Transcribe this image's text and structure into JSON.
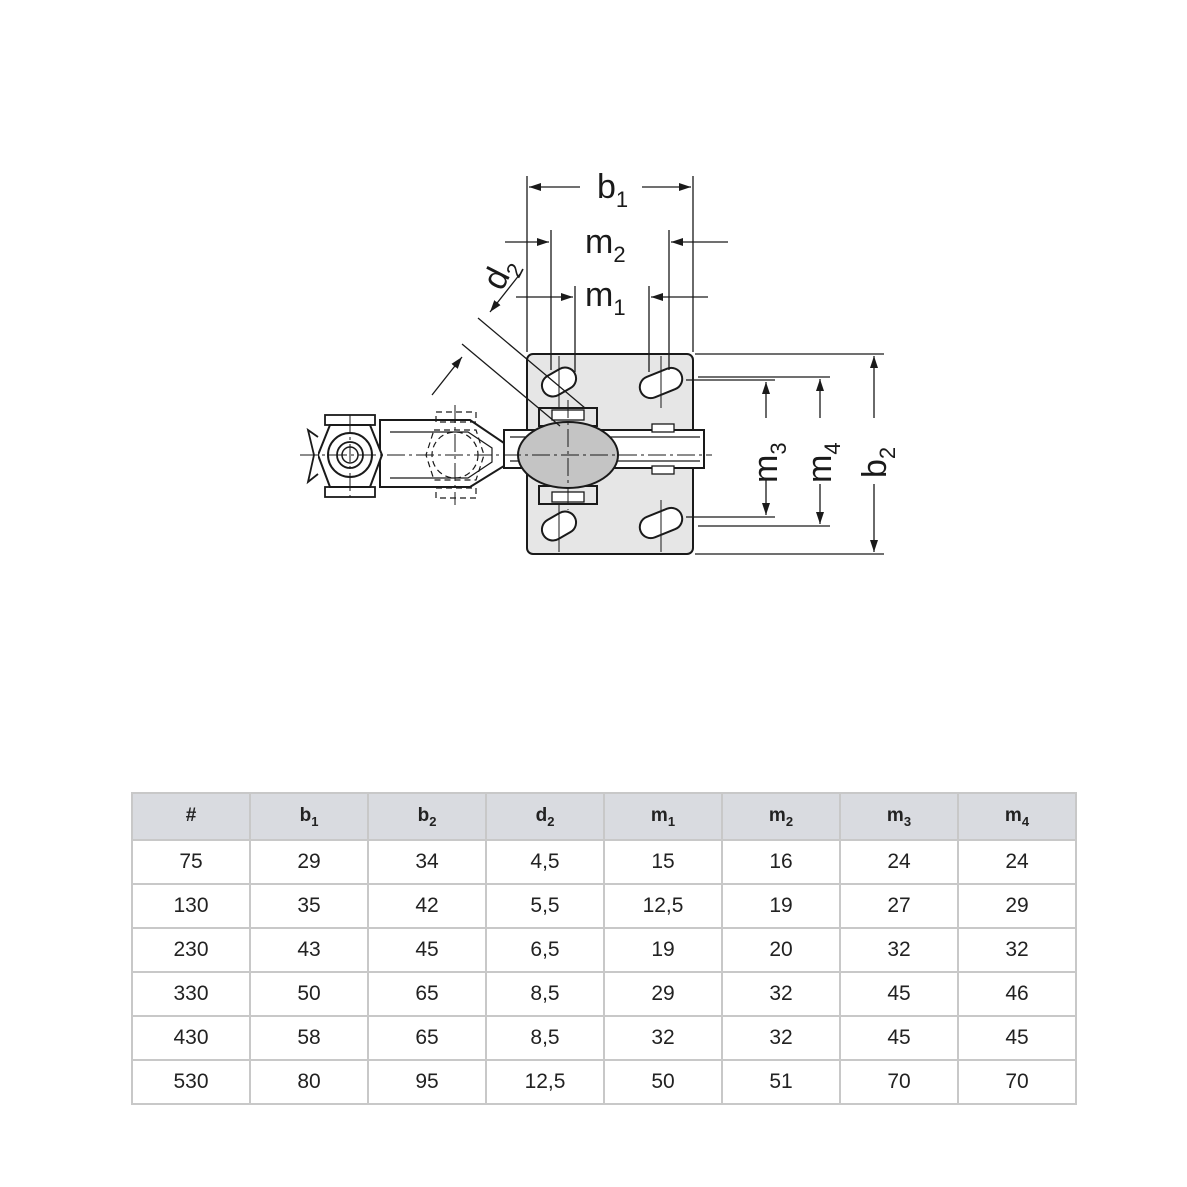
{
  "diagram": {
    "labels": {
      "b1": {
        "main": "b",
        "sub": "1"
      },
      "m2": {
        "main": "m",
        "sub": "2"
      },
      "m1": {
        "main": "m",
        "sub": "1"
      },
      "d2": {
        "main": "d",
        "sub": "2"
      },
      "m3": {
        "main": "m",
        "sub": "3"
      },
      "m4": {
        "main": "m",
        "sub": "4"
      },
      "b2": {
        "main": "b",
        "sub": "2"
      }
    },
    "colors": {
      "line": "#1a1a1a",
      "fill": "#e6e6e6",
      "hub": "#c4c4c4"
    }
  },
  "table": {
    "headers": [
      {
        "main": "#",
        "sub": ""
      },
      {
        "main": "b",
        "sub": "1"
      },
      {
        "main": "b",
        "sub": "2"
      },
      {
        "main": "d",
        "sub": "2"
      },
      {
        "main": "m",
        "sub": "1"
      },
      {
        "main": "m",
        "sub": "2"
      },
      {
        "main": "m",
        "sub": "3"
      },
      {
        "main": "m",
        "sub": "4"
      }
    ],
    "rows": [
      [
        "75",
        "29",
        "34",
        "4,5",
        "15",
        "16",
        "24",
        "24"
      ],
      [
        "130",
        "35",
        "42",
        "5,5",
        "12,5",
        "19",
        "27",
        "29"
      ],
      [
        "230",
        "43",
        "45",
        "6,5",
        "19",
        "20",
        "32",
        "32"
      ],
      [
        "330",
        "50",
        "65",
        "8,5",
        "29",
        "32",
        "45",
        "46"
      ],
      [
        "430",
        "58",
        "65",
        "8,5",
        "32",
        "32",
        "45",
        "45"
      ],
      [
        "530",
        "80",
        "95",
        "12,5",
        "50",
        "51",
        "70",
        "70"
      ]
    ],
    "header_bg": "#d9dbe0",
    "border": "#c8c8c8"
  }
}
